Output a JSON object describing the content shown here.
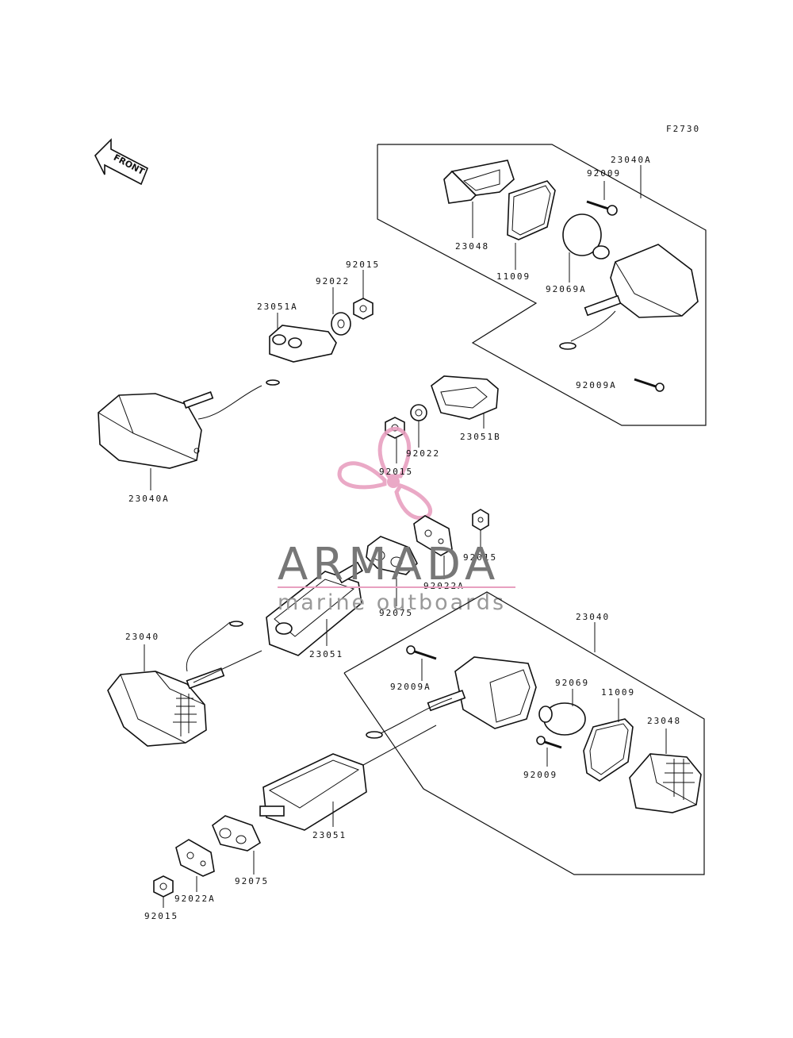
{
  "figure_code": "F2730",
  "front_arrow_text": "FRONT",
  "watermark": {
    "brand": "ARMADA",
    "tagline": "marine outboards",
    "logo_color": "#e8a0c0",
    "text_color": "#777777"
  },
  "callouts": {
    "c23040A_top": "23040A",
    "c23048_top": "23048",
    "c11009_top": "11009",
    "c92009_top": "92009",
    "c92069A": "92069A",
    "c92009A_top": "92009A",
    "c92015_a": "92015",
    "c92022_a": "92022",
    "c23051A": "23051A",
    "c23040A_left": "23040A",
    "c23051B": "23051B",
    "c92022_b": "92022",
    "c92015_b": "92015",
    "c92015_c": "92015",
    "c92022A_a": "92022A",
    "c92075_a": "92075",
    "c23040_left": "23040",
    "c23051_a": "23051",
    "c23040_right": "23040",
    "c92009A_bottom": "92009A",
    "c92069": "92069",
    "c11009_bottom": "11009",
    "c23048_bottom": "23048",
    "c92009_bottom": "92009",
    "c23051_b": "23051",
    "c92075_b": "92075",
    "c92022A_b": "92022A",
    "c92015_d": "92015"
  }
}
